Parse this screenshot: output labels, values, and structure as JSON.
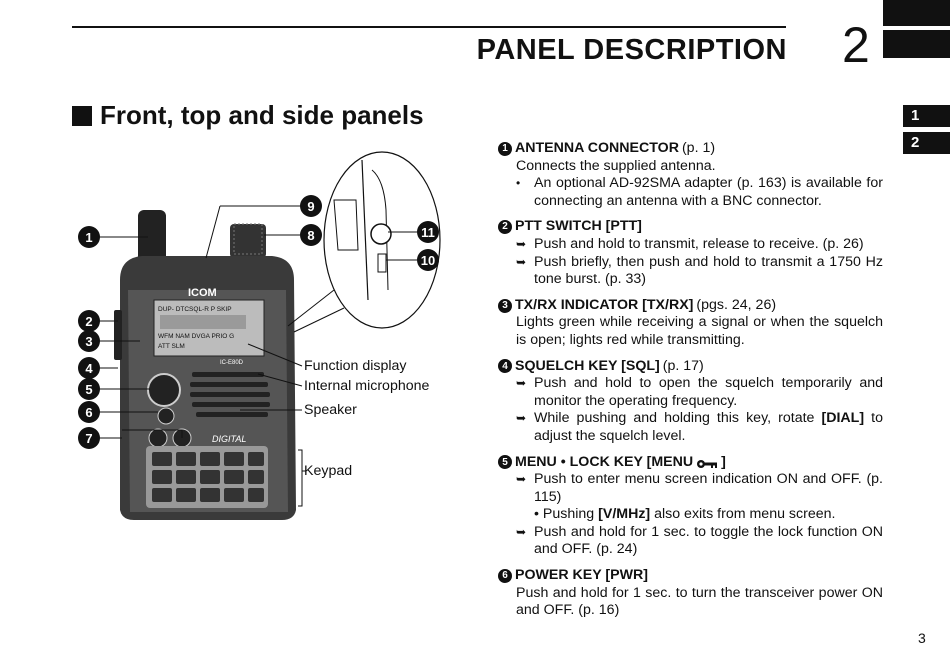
{
  "header": {
    "title": "PANEL DESCRIPTION",
    "chapter": "2"
  },
  "side_tabs": [
    "1",
    "2"
  ],
  "section_heading": "Front, top and side panels",
  "diagram": {
    "callouts": [
      "1",
      "2",
      "3",
      "4",
      "5",
      "6",
      "7",
      "8",
      "9",
      "10",
      "11"
    ],
    "labels": {
      "function_display": "Function display",
      "internal_microphone": "Internal microphone",
      "speaker": "Speaker",
      "keypad": "Keypad"
    },
    "radio_text": {
      "brand": "ICOM",
      "model": "IC-E80D",
      "digital": "DIGITAL",
      "display_row1": "DUP- DTCSQL-R P SKIP",
      "display_row2": "WFM NAM DVGA PRIO G",
      "display_row3": "ATT SLM"
    }
  },
  "items": [
    {
      "number": "1",
      "title": "ANTENNA CONNECTOR",
      "ref": "(p. 1)",
      "body": "Connects the supplied antenna.",
      "bullets": [
        {
          "mark": "•",
          "text": "An optional AD-92SMA adapter (p. 163) is available for connecting an antenna with a BNC connector."
        }
      ]
    },
    {
      "number": "2",
      "title": "PTT SWITCH [PTT]",
      "ref": "",
      "bullets": [
        {
          "mark": "➥",
          "text": "Push and hold to transmit, release to receive. (p. 26)"
        },
        {
          "mark": "➥",
          "text": "Push briefly, then push and hold to transmit a 1750 Hz tone burst. (p. 33)"
        }
      ]
    },
    {
      "number": "3",
      "title": "TX/RX INDICATOR [TX/RX]",
      "ref": "(pgs. 24, 26)",
      "body": "Lights green while receiving a signal or when the squelch is open; lights red while transmitting."
    },
    {
      "number": "4",
      "title": "SQUELCH KEY [SQL]",
      "ref": "(p. 17)",
      "bullets": [
        {
          "mark": "➥",
          "text": "Push and hold to open the squelch temporarily and monitor the operating frequency."
        },
        {
          "mark": "➥",
          "text_pre": "While pushing and holding this key, rotate ",
          "text_bold": "[DIAL]",
          "text_post": " to adjust the squelch level."
        }
      ]
    },
    {
      "number": "5",
      "title": "MENU • LOCK KEY [MENU",
      "title_end": "]",
      "bullets": [
        {
          "mark": "➥",
          "text": "Push to enter menu screen indication ON and OFF. (p. 115)"
        },
        {
          "mark": "➥",
          "text": "Push and hold for 1 sec. to toggle the lock function ON and OFF. (p. 24)"
        }
      ],
      "sub_bullet": {
        "pre": "• Pushing ",
        "bold": "[V/MHz]",
        "post": " also exits from menu screen."
      }
    },
    {
      "number": "6",
      "title": "POWER KEY [PWR]",
      "ref": "",
      "body": "Push and hold for 1 sec. to turn the transceiver power ON and OFF. (p. 16)"
    }
  ],
  "page_number": "3"
}
